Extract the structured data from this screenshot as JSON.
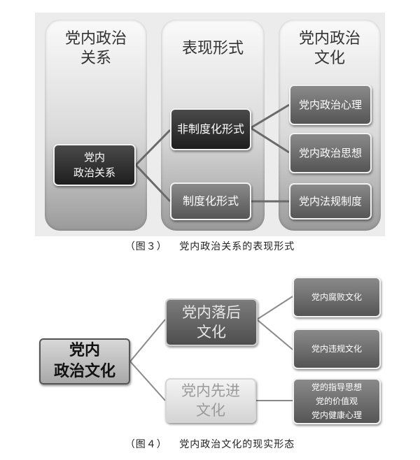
{
  "fig3": {
    "columns": [
      "党内政治关系",
      "表现形式",
      "党内政治文化"
    ],
    "col_heads": {
      "c1": [
        "党内政治",
        "关系"
      ],
      "c2": [
        "表现形式"
      ],
      "c3": [
        "党内政治",
        "文化"
      ]
    },
    "root": [
      "党内",
      "政治关系"
    ],
    "forms": [
      "非制度化形式",
      "制度化形式"
    ],
    "cultures": [
      "党内政治心理",
      "党内政治思想",
      "党内法规制度"
    ],
    "caption_num": "（图３）",
    "caption_text": "党内政治关系的表现形式"
  },
  "fig4": {
    "root": [
      "党内",
      "政治文化"
    ],
    "branches": [
      [
        "党内落后",
        "文化"
      ],
      [
        "党内先进",
        "文化"
      ]
    ],
    "leaves": [
      [
        "党内腐败文化"
      ],
      [
        "党内违规文化"
      ],
      [
        "党的指导思想",
        "党的价值观",
        "党内健康心理"
      ]
    ],
    "caption_num": "（图４）",
    "caption_text": "党内政治文化的现实形态"
  }
}
